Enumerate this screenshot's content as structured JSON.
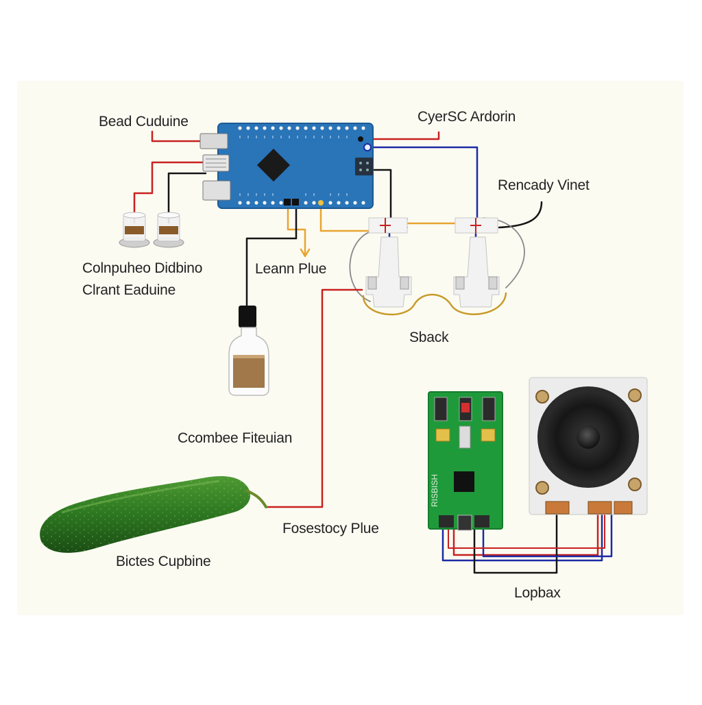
{
  "labels": {
    "bead_cuduine": "Bead Cuduine",
    "cyersc_ardorin": "CyerSC Ardorin",
    "rencady_vinet": "Rencady Vinet",
    "colnpuheo_line1": "Colnpuheo Didbino",
    "colnpuheo_line2": "Clrant Eaduine",
    "leann_plue": "Leann Plue",
    "sback": "Sback",
    "ccombee_fiteuian": "Ccombee Fiteuian",
    "fosestocy_plue": "Fosestocy Plue",
    "bictes_cupbine": "Bictes Cupbine",
    "lopbax": "Lopbax"
  },
  "board_silkscreen": "RISBISH",
  "colors": {
    "panel_bg": "#fbfbf2",
    "arduino_blue": "#2a74b8",
    "green_pcb": "#1f9a3a",
    "wire_red": "#c8201e",
    "wire_blue": "#1b2aa6",
    "wire_black": "#141414",
    "wire_orange": "#e8a430",
    "cucumber": "#2f7a22",
    "speaker_frame": "#ececec"
  },
  "icons": [
    "microcontroller-board-icon",
    "sensor-cup-icon",
    "vial-bottle-icon",
    "servo-icon",
    "cucumber-icon",
    "amplifier-board-icon",
    "speaker-icon"
  ]
}
